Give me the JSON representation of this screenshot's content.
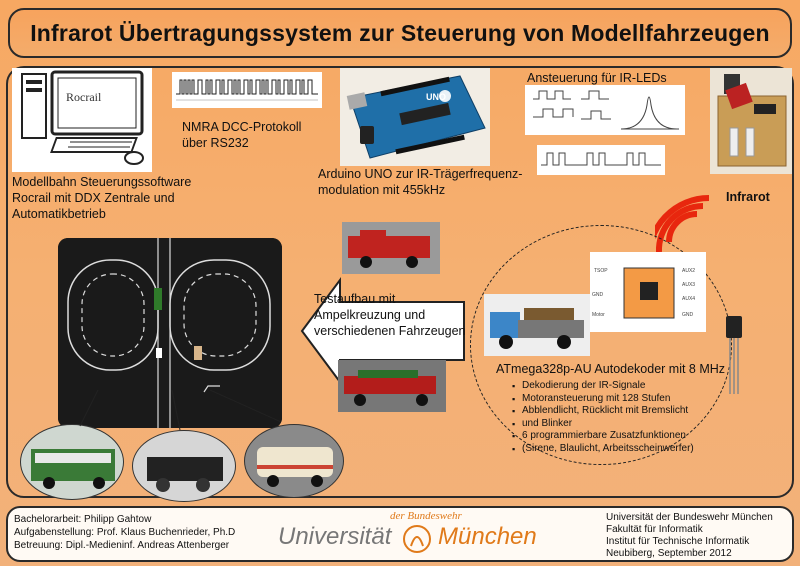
{
  "title": "Infrarot Übertragungssystem zur Steuerung von Modellfahrzeugen",
  "software": {
    "text": "Modellbahn Steuerungssoftware Rocrail mit DDX Zentrale und Automatikbetrieb",
    "lines": [
      "Modellbahn Steuerungssoftware",
      "Rocrail mit DDX Zentrale und",
      "Automatikbetrieb"
    ],
    "logo": "Rocrail"
  },
  "protocol": {
    "lines": [
      "NMRA DCC-Protokoll",
      "über RS232"
    ]
  },
  "arduino": {
    "lines": [
      "Arduino UNO zur IR-Trägerfrequenz-",
      "modulation mit 455kHz"
    ],
    "board_label": "UNO"
  },
  "led_control": {
    "title": "Ansteuerung für IR-LEDs"
  },
  "infrared": {
    "label": "Infrarot"
  },
  "test_setup": {
    "lines": [
      "Testaufbau mit",
      "Ampelkreuzung und",
      "verschiedenen Fahrzeugen"
    ]
  },
  "decoder": {
    "title": "ATmega328p-AU Autodekoder mit 8 MHz",
    "features": [
      "Dekodierung der IR-Signale",
      "Motoransteuerung mit 128 Stufen",
      "Abblendlicht, Rücklicht mit Bremslicht",
      "und Blinker",
      "6 programmierbare Zusatzfunktionen",
      "(Sirene, Blaulicht, Arbeitsscheinwerfer)"
    ]
  },
  "footer": {
    "left": [
      "Bachelorarbeit: Philipp Gahtow",
      "Aufgabenstellung: Prof. Klaus Buchenrieder, Ph.D",
      "Betreuung: Dipl.-Medieninf. Andreas Attenberger"
    ],
    "logo_top": "der Bundeswehr",
    "logo_left": "Universität",
    "logo_right": "München",
    "right": [
      "Universität der Bundeswehr München",
      "Fakultät für Informatik",
      "Institut für Technische Informatik",
      "Neubiberg, September 2012"
    ]
  },
  "colors": {
    "background": "#f5a865",
    "border": "#2a2a2a",
    "logo_orange": "#e07a1a",
    "logo_gray": "#777777"
  }
}
